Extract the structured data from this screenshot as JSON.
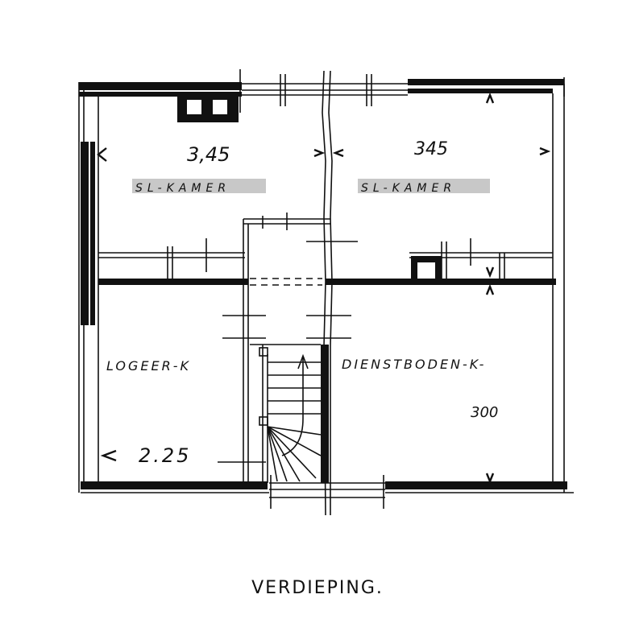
{
  "rooms": {
    "bedroom_left": {
      "dimension": "3,45",
      "name": "SL-KAMER"
    },
    "bedroom_right": {
      "dimension": "345",
      "name": "SL-KAMER"
    },
    "guest_room": {
      "name": "LOGEER-K",
      "dimension": "2.25"
    },
    "maid_room": {
      "name": "DIENSTBODEN-K-",
      "dimension": "300"
    }
  },
  "caption": "VERDIEPING."
}
